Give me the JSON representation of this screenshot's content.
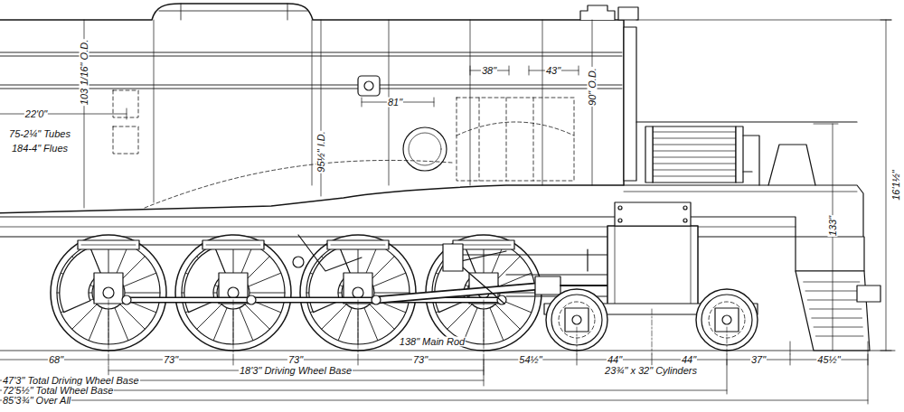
{
  "diagram": {
    "labels": [
      "22'0\"",
      "75-2¼\" Tubes",
      "184-4\" Flues",
      "103 1/16\" O.D.",
      "95½\" I.D.",
      "81\"",
      "38\"",
      "43\"",
      "90\" O.D.",
      "16'1½\"",
      "133\"",
      "138\" Main Rod",
      "68\"",
      "73\"",
      "73\"",
      "73\"",
      "54½\"",
      "44\"",
      "44\"",
      "37\"",
      "45½\"",
      "18'3\" Driving Wheel Base",
      "23¾\" x 32\" Cylinders",
      "47'3\" Total Driving Wheel Base",
      "72'5½\" Total Wheel Base",
      "85'3¾\" Over All"
    ]
  }
}
